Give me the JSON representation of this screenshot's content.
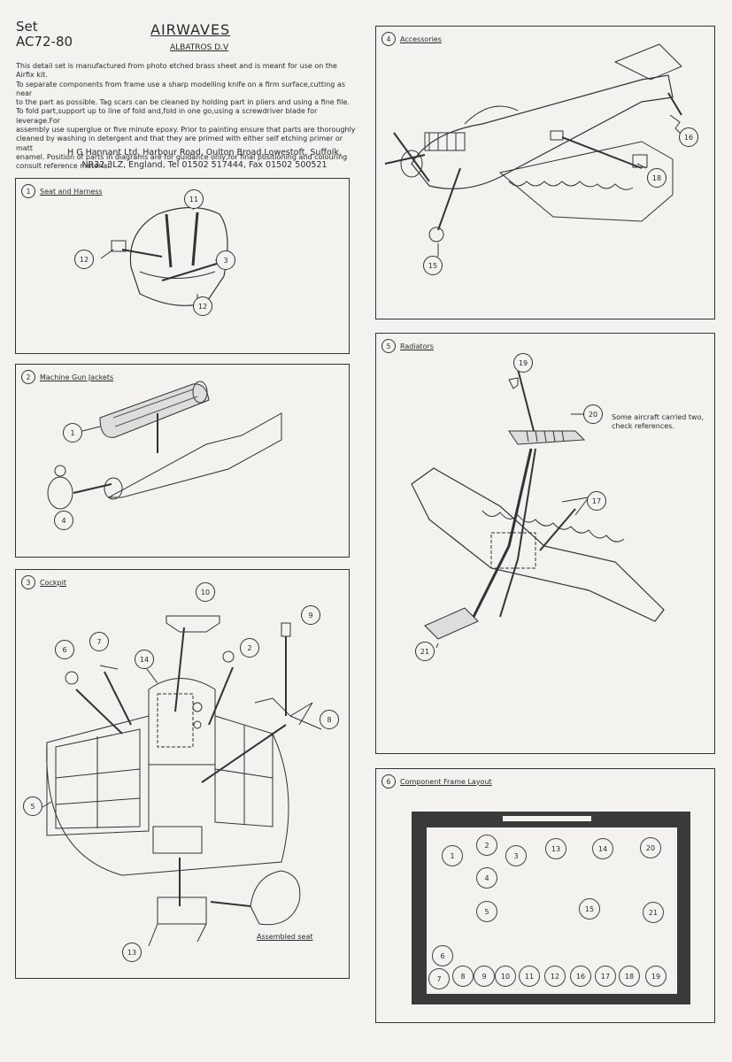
{
  "header": {
    "set_line1": "Set",
    "set_line2": "AC72-80",
    "brand": "AIRWAVES",
    "subtitle": "ALBATROS D.V",
    "intro": [
      "This detail set is manufactured from photo etched brass sheet and is meant for use on the",
      "Airfix kit.",
      "To separate components from frame use a sharp modelling knife on a firm surface,cutting as near",
      "to the part as possible. Tag scars can be cleaned by holding part in pliers and using a fine file.",
      "To fold part,support up to line of fold and,fold in one go,using a screwdriver blade for leverage.For",
      "assembly use superglue or five minute epoxy. Prior to painting ensure that parts are thoroughly",
      "cleaned by washing in detergent and that they are primed with either self etching primer or matt",
      "enamel. Position of parts in diagrams are for guidance only,for final positioning and colouring",
      "consult reference material."
    ],
    "address_line1": "H G Hannant Ltd, Harbour Road, Oulton Broad,Lowestoft, Suffolk,",
    "address_line2": "NR32 3LZ, England, Tel 01502 517444, Fax 01502 500521"
  },
  "panels": {
    "p1": {
      "num": "1",
      "title": "Seat and Harness",
      "callouts": [
        "11",
        "12",
        "3",
        "12"
      ]
    },
    "p2": {
      "num": "2",
      "title": "Machine Gun Jackets",
      "callouts": [
        "1",
        "4"
      ]
    },
    "p3": {
      "num": "3",
      "title": "Cockpit",
      "callouts": [
        "10",
        "9",
        "7",
        "2",
        "6",
        "14",
        "8",
        "5",
        "13"
      ],
      "assembled": "Assembled seat"
    },
    "p4": {
      "num": "4",
      "title": "Accessories",
      "callouts": [
        "16",
        "18",
        "15"
      ]
    },
    "p5": {
      "num": "5",
      "title": "Radiators",
      "callouts": [
        "19",
        "20",
        "17",
        "21"
      ],
      "note_line1": "Some aircraft carried two,",
      "note_line2": "check references."
    },
    "p6": {
      "num": "6",
      "title": "Component Frame Layout",
      "parts_top": [
        "1",
        "2",
        "3",
        "13",
        "14",
        "20",
        "4",
        "5",
        "15",
        "21",
        "6"
      ],
      "parts_bottom": [
        "7",
        "8",
        "9",
        "10",
        "11",
        "12",
        "16",
        "17",
        "18",
        "19"
      ]
    }
  }
}
